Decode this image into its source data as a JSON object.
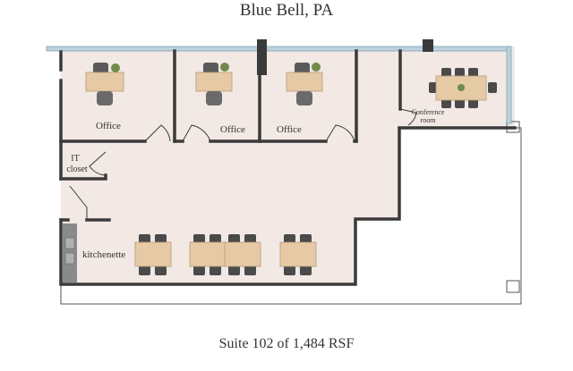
{
  "header": {
    "title": "Blue Bell, PA"
  },
  "footer": {
    "caption": "Suite 102 of 1,484 RSF"
  },
  "rooms": {
    "office_1": "Office",
    "office_2": "Office",
    "office_3": "Office",
    "conference_line1": "Conference",
    "conference_line2": "room",
    "it_line1": "IT",
    "it_line2": "closet",
    "kitchenette": "kitchenette"
  },
  "colors": {
    "floor": "#f2e8e4",
    "wall": "#3a3a3a",
    "window": "#bcd2dc",
    "desk": "#e6c9a5",
    "chair": "#4a4a4a"
  }
}
